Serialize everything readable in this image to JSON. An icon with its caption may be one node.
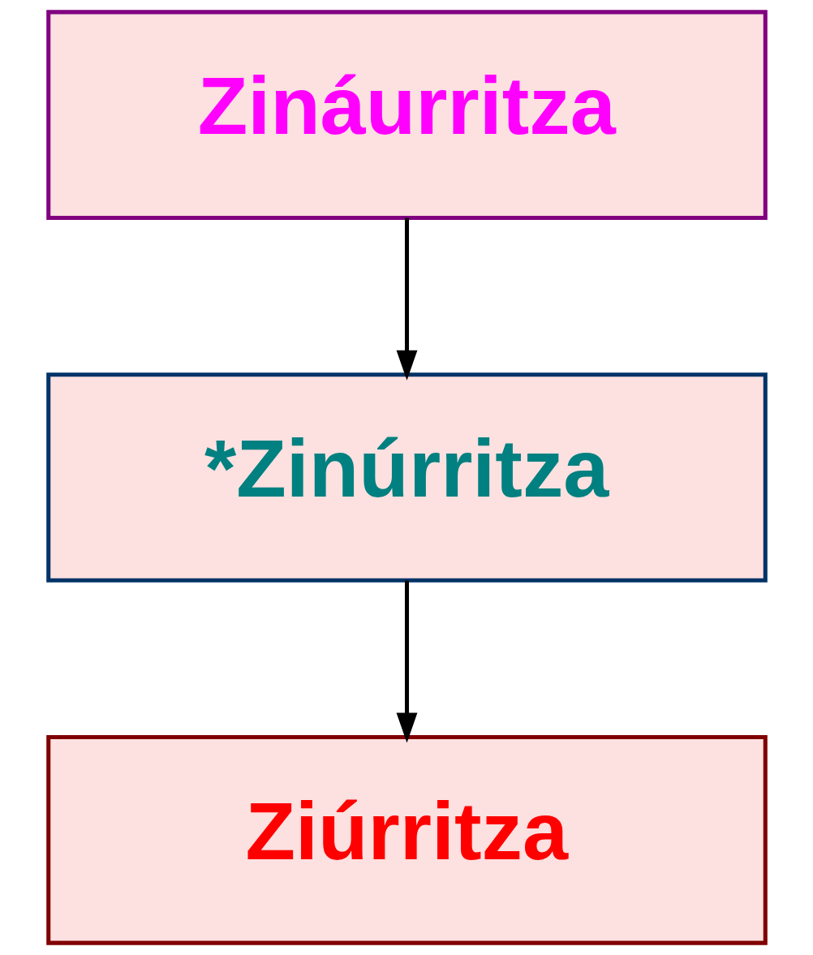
{
  "diagram": {
    "nodes": [
      {
        "text": [
          "Zináurritza"
        ]
      },
      {
        "text": [
          "*Zinúrritza"
        ]
      },
      {
        "text": [
          "Ziúrritza"
        ]
      }
    ],
    "edges": [
      {
        "from": 0,
        "to": 1,
        "arrow": "to"
      },
      {
        "from": 1,
        "to": 2,
        "arrow": "to"
      }
    ]
  }
}
